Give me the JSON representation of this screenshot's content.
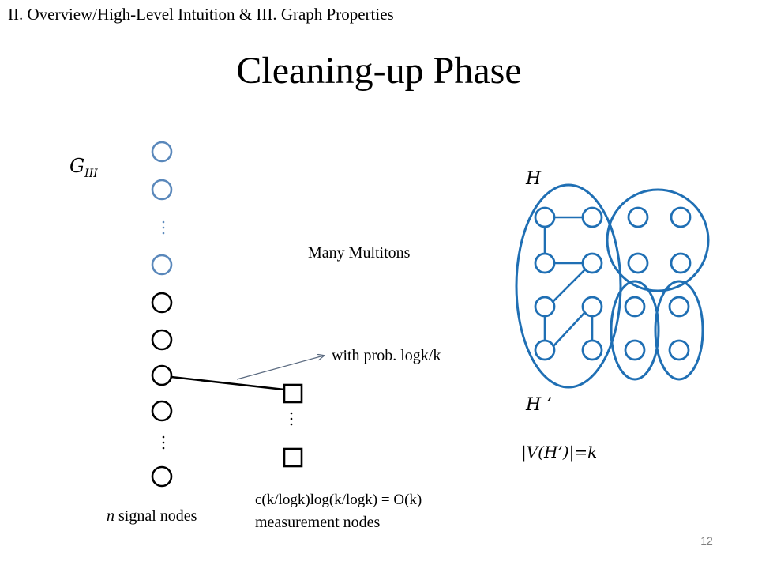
{
  "header": "II. Overview/High-Level Intuition & III. Graph Properties",
  "title": "Cleaning-up Phase",
  "graph_label": {
    "main": "G",
    "sub": "III"
  },
  "many_multitons": "Many Multitons",
  "with_prob": "with prob. logk/k",
  "signal_nodes_label": {
    "var": "n",
    "text": " signal nodes"
  },
  "measurement_label": {
    "line1": "c(k/logk)log(k/logk) = O(k)",
    "line2": "measurement nodes"
  },
  "h_label": "H",
  "h_prime_label": "H ’",
  "vertex_count_label": "|V(H’)|=k",
  "page_number": "12",
  "colors": {
    "light_blue": "#5a88bb",
    "dark_blue": "#1f6fb4",
    "black": "#000000"
  }
}
